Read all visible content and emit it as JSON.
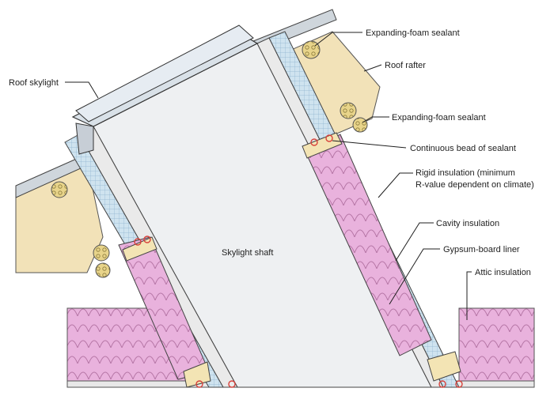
{
  "labels": {
    "roof_skylight": "Roof skylight",
    "foam_sealant_top": "Expanding-foam sealant",
    "roof_rafter": "Roof rafter",
    "foam_sealant_mid": "Expanding-foam sealant",
    "continuous_bead": "Continuous bead of sealant",
    "rigid_insulation_line1": "Rigid insulation (minimum",
    "rigid_insulation_line2": "R-value dependent on climate)",
    "cavity_insulation": "Cavity insulation",
    "gypsum_liner": "Gypsum-board liner",
    "attic_insulation": "Attic insulation",
    "skylight_shaft": "Skylight shaft"
  },
  "colors": {
    "rafter": "#f2e2b8",
    "framing_wood": "#f3e4b4",
    "rigid_insulation": "#cfe3ef",
    "cavity_insulation": "#e9b2dd",
    "attic_insulation": "#eab4dd",
    "shaft": "#eef0f2",
    "foam": "#e8d48a",
    "sealant_bead": "#d7413a",
    "glazing": "#e6ecf2"
  }
}
